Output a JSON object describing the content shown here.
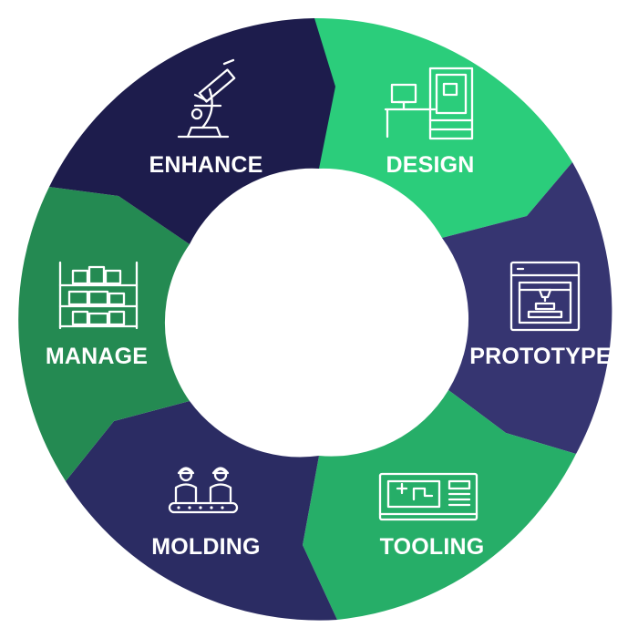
{
  "diagram": {
    "type": "cycle",
    "segments": [
      {
        "id": "design",
        "label": "DESIGN",
        "icon": "computer-workstation-icon",
        "color": "#2bcd7b"
      },
      {
        "id": "prototype",
        "label": "PROTOTYPE",
        "icon": "3d-printer-icon",
        "color": "#363571"
      },
      {
        "id": "tooling",
        "label": "TOOLING",
        "icon": "cnc-machine-icon",
        "color": "#26ae68"
      },
      {
        "id": "molding",
        "label": "MOLDING",
        "icon": "workers-conveyor-icon",
        "color": "#2b2c63"
      },
      {
        "id": "manage",
        "label": "MANAGE",
        "icon": "warehouse-shelving-icon",
        "color": "#248a52"
      },
      {
        "id": "enhance",
        "label": "ENHANCE",
        "icon": "microscope-icon",
        "color": "#1d1c4c"
      }
    ]
  }
}
